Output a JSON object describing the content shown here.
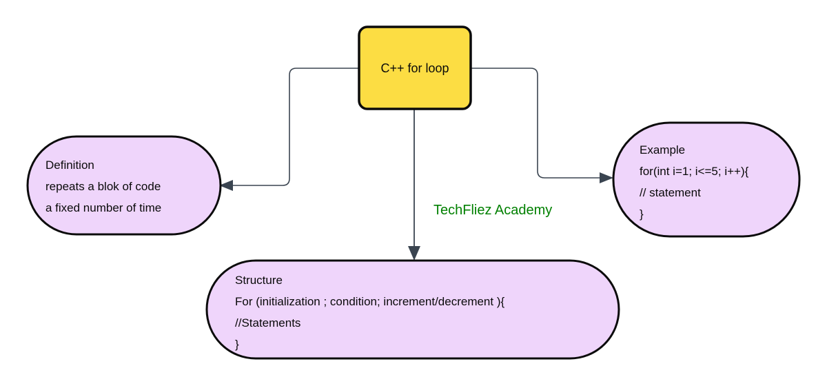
{
  "diagram": {
    "title": "C++ for loop",
    "palette": {
      "root_fill": "#FCDD43",
      "node_fill": "#EFD5FB",
      "node_stroke": "#0B0B0B",
      "connector": "#3A4450",
      "watermark": "#008000",
      "background": "#FFFFFF"
    },
    "root": {
      "id": "root",
      "label": "C++ for loop",
      "shape": "rounded-rect",
      "fill": "#FCDD43"
    },
    "nodes": [
      {
        "id": "definition",
        "shape": "stadium",
        "fill": "#EFD5FB",
        "lines": [
          "Definition",
          "repeats a blok of code",
          "a fixed number of time"
        ]
      },
      {
        "id": "example",
        "shape": "stadium",
        "fill": "#EFD5FB",
        "lines": [
          "Example",
          "for(int i=1; i<=5; i++){",
          "// statement",
          "}"
        ]
      },
      {
        "id": "structure",
        "shape": "stadium",
        "fill": "#EFD5FB",
        "lines": [
          "Structure",
          "For (initialization ; condition; increment/decrement ){",
          "//Statements",
          "}"
        ]
      }
    ],
    "edges": [
      {
        "id": "root-to-definition",
        "from": "root",
        "to": "definition",
        "style": "orthogonal",
        "direction": "left"
      },
      {
        "id": "root-to-example",
        "from": "root",
        "to": "example",
        "style": "orthogonal",
        "direction": "right"
      },
      {
        "id": "root-to-structure",
        "from": "root",
        "to": "structure",
        "style": "straight",
        "direction": "down"
      }
    ],
    "watermark": "TechFliez Academy"
  }
}
